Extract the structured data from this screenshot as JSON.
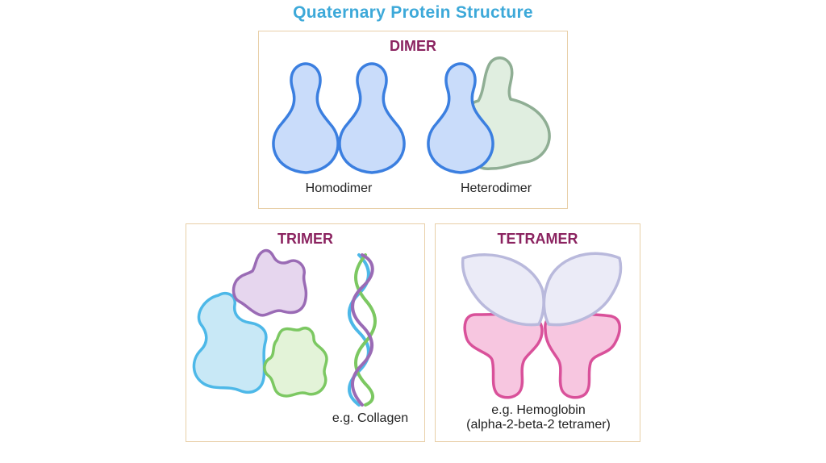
{
  "title": "Quaternary Protein Structure",
  "dimer": {
    "heading": "DIMER",
    "homodimer_label": "Homodimer",
    "heterodimer_label": "Heterodimer"
  },
  "trimer": {
    "heading": "TRIMER",
    "example_label": "e.g. Collagen"
  },
  "tetramer": {
    "heading": "TETRAMER",
    "example_line1": "e.g. Hemoglobin",
    "example_line2": "(alpha-2-beta-2 tetramer)"
  },
  "colors": {
    "title": "#3da9d9",
    "heading": "#8b2360",
    "panel_border": "#e8cfa8",
    "blue_stroke": "#3b7fe0",
    "blue_fill": "#c9dcfa",
    "green_stroke": "#8fae94",
    "green_fill": "#e0eee0",
    "purple_stroke": "#9a6bb5",
    "purple_fill": "#e6d6ee",
    "lightblue_stroke": "#4db8e8",
    "lightblue_fill": "#c8e8f6",
    "lime_stroke": "#7cc862",
    "lime_fill": "#e3f3d8",
    "pink_stroke": "#d9519a",
    "pink_fill": "#f7c6e0",
    "lavender_stroke": "#b9b9dc",
    "lavender_fill": "#ebebf7"
  }
}
